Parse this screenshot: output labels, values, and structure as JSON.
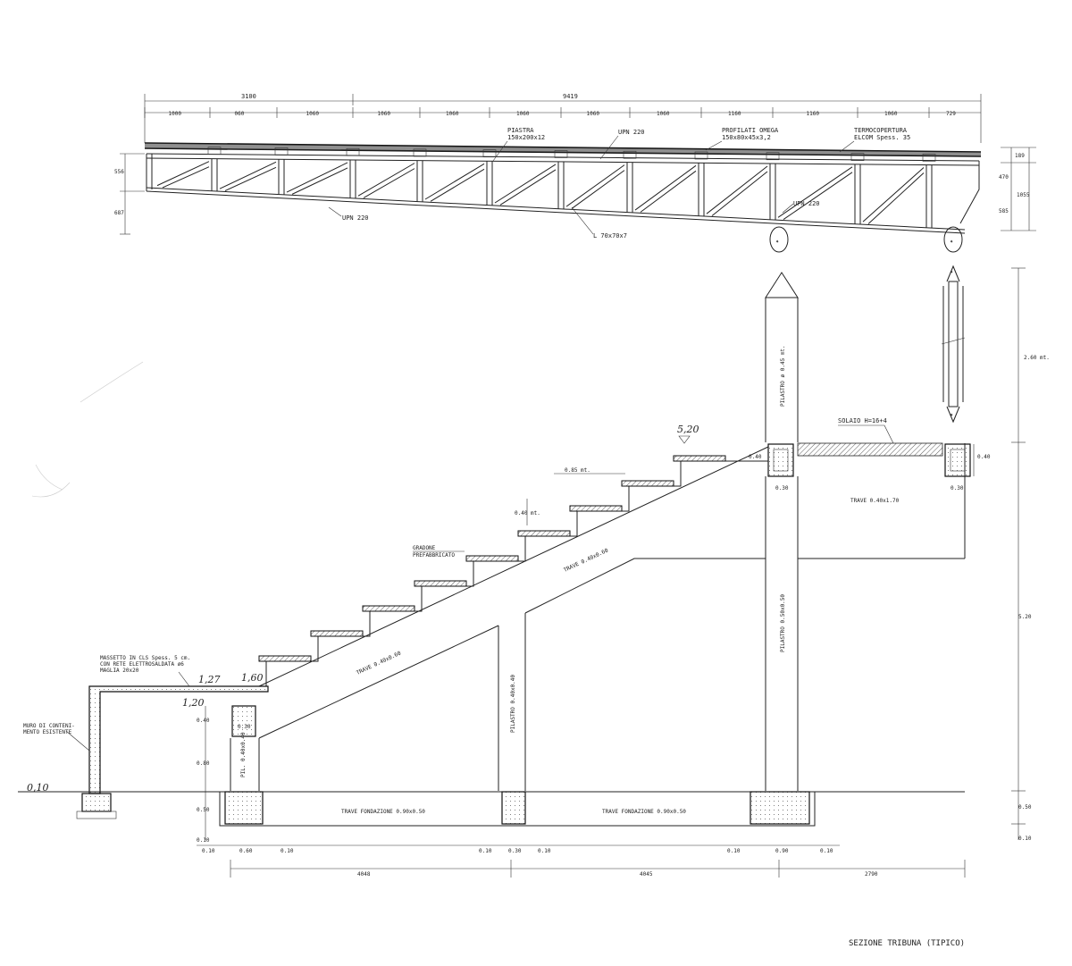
{
  "truss": {
    "dim_overall_top": "9419",
    "dim_sub_top": "3100",
    "dims_spans": [
      "1000",
      "060",
      "1060",
      "1060",
      "1060",
      "1060",
      "1060",
      "1060",
      "1160",
      "1160",
      "1060",
      "729"
    ],
    "dims_right": [
      "189",
      "470",
      "1055",
      "585"
    ],
    "dims_left": [
      "556",
      "687"
    ],
    "labels": {
      "piastra": "PIASTRA",
      "piastra_size": "150x200x12",
      "upn_top": "UPN 220",
      "profilati": "PROFILATI OMEGA",
      "profilati_size": "150x80x45x3,2",
      "termo": "TERMOCOPERTURA",
      "termo_sub": "ELCOM Spess. 35",
      "upn_bottom_left": "UPN 220",
      "upn_bottom_right": "UPN 220",
      "angle": "L 70x70x7"
    }
  },
  "section": {
    "pilastro_top": "PILASTRO ø 0.45 mt.",
    "height_260": "2.60 mt.",
    "solaio": "SOLAIO H=16+4",
    "dim_040_right": "0.40",
    "dim_030_a": "0.30",
    "dim_030_b": "0.30",
    "dim_040_small": "0.40",
    "trave_240": "TRAVE 0.40x1.70",
    "level_520_hand": "5,20",
    "dim_085": "0.85 mt.",
    "dim_040_step": "0.40 mt.",
    "gradone": "GRADONE",
    "prefabbricato": "PREFABBRICATO",
    "trave_upper": "TRAVE 0.40x0.60",
    "trave_lower": "TRAVE 0.40x0.60",
    "pilastro_right": "PILASTRO 0.50x0.50",
    "height_520": "5.20",
    "pilastro_mid": "PILASTRO 0.40x0.40",
    "massetto": [
      "MASSETTO IN CLS Spess. 5 cm.",
      "CON RETE ELETTROSALDATA ø6",
      "MAGLIA 20x20"
    ],
    "hand_127": "1,27",
    "hand_160": "1,60",
    "hand_120": "1,20",
    "muro": [
      "MURO DI CONTENI-",
      "MENTO ESISTENTE"
    ],
    "dim_040_left": "0.40",
    "dim_030_left": "0.30",
    "dim_080_left": "0.80",
    "pil_small": "PIL. 0.40x0.40",
    "hand_010": "0,10",
    "dim_050_left": "0.50",
    "dim_010_left": "0.10",
    "trave_fond_1": "TRAVE FONDAZIONE 0.90x0.50",
    "trave_fond_2": "TRAVE FONDAZIONE 0.90x0.50",
    "dim_050_right": "0.50",
    "dim_010_right": "0.10",
    "bottom_dims_a": [
      "0.10",
      "0.60",
      "0.10"
    ],
    "bottom_dims_b": [
      "0.10",
      "0.30",
      "0.10"
    ],
    "bottom_dims_c": [
      "0.10",
      "0.90",
      "0.10"
    ],
    "overall_bottom": [
      "4048",
      "4045",
      "2790"
    ],
    "caption": "SEZIONE TRIBUNA (TIPICO)"
  }
}
